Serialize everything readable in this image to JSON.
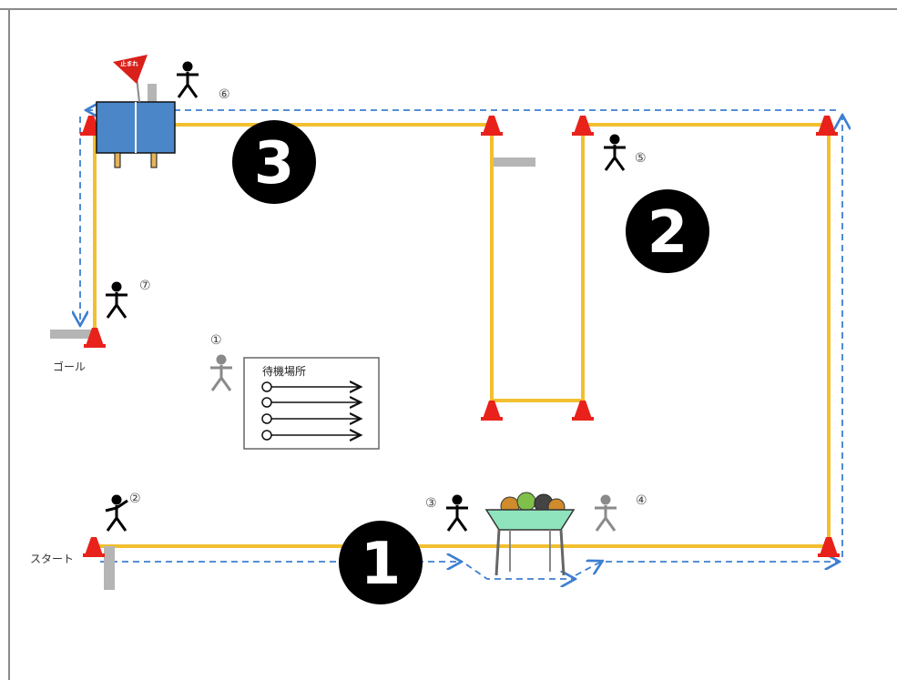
{
  "labels": {
    "start": "スタート",
    "goal": "ゴール",
    "waiting_area": "待機場所",
    "stop_sign": "止まれ"
  },
  "zones": [
    {
      "id": "zone-1",
      "text": "1"
    },
    {
      "id": "zone-2",
      "text": "2"
    },
    {
      "id": "zone-3",
      "text": "3"
    }
  ],
  "people": [
    {
      "id": "person-1",
      "num": "①",
      "style": "gray"
    },
    {
      "id": "person-2",
      "num": "②",
      "style": "black"
    },
    {
      "id": "person-3",
      "num": "③",
      "style": "black"
    },
    {
      "id": "person-4",
      "num": "④",
      "style": "gray"
    },
    {
      "id": "person-5",
      "num": "⑤",
      "style": "black"
    },
    {
      "id": "person-6",
      "num": "⑥",
      "style": "black"
    },
    {
      "id": "person-7",
      "num": "⑦",
      "style": "black"
    }
  ],
  "colors": {
    "course_line": "#f2bf2f",
    "route_dash": "#3d7fd1",
    "cone": "#e8221b",
    "marker_gray": "#b5b5b5",
    "table": "#4a86c8",
    "basket": "#8fe3bd",
    "person_black": "#000000",
    "person_gray": "#8a8a8a"
  }
}
